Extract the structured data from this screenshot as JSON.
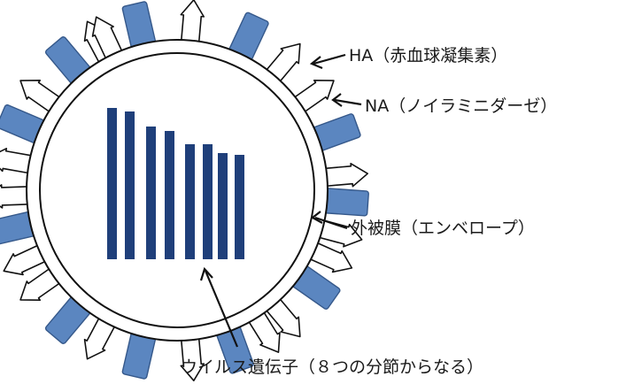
{
  "colors": {
    "na_fill": "#5b86c0",
    "na_stroke": "#35588a",
    "gene_fill": "#1f3f7a",
    "outline": "#111111",
    "ha_fill": "#ffffff"
  },
  "labels": {
    "ha": "HA（赤血球凝集素）",
    "na": "NA（ノイラミニダーゼ）",
    "envelope": "外被膜（エンベロープ）",
    "genes": "ウイルス遺伝子（８つの分節からなる）"
  },
  "gene_segment_count": 8
}
